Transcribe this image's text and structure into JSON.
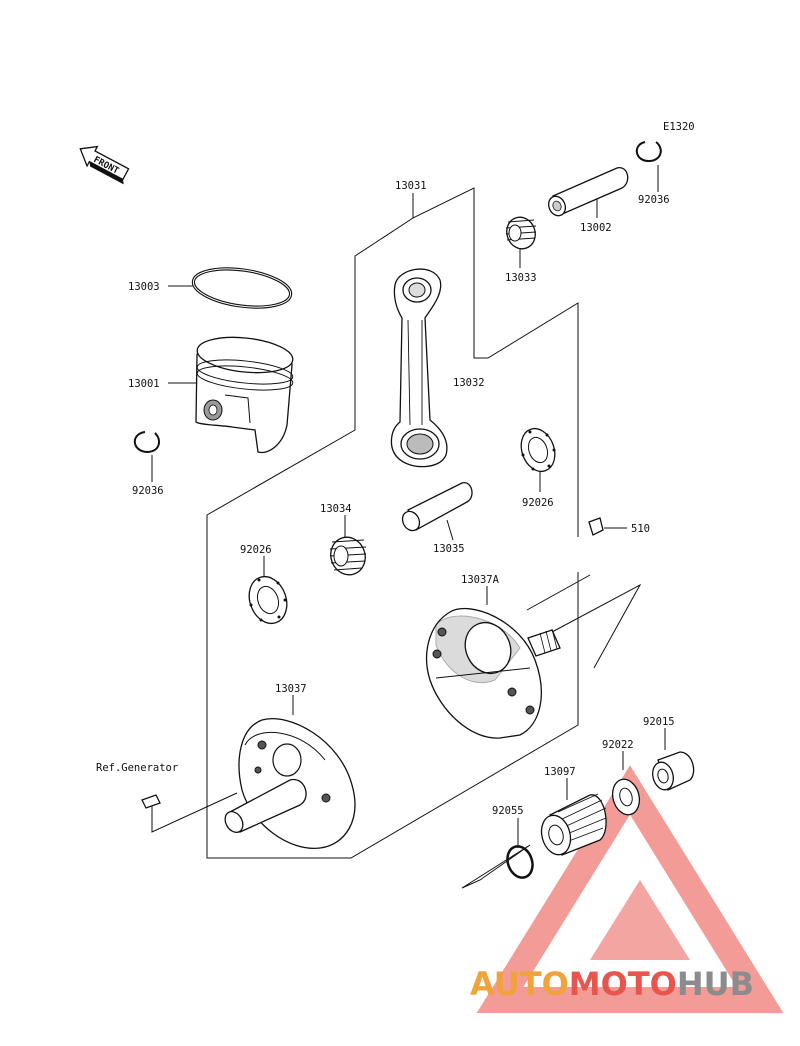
{
  "diagram_code": "E1320",
  "front_label": "FRONT",
  "ref_label": "Ref.Generator",
  "parts": {
    "p13031": "13031",
    "p13002": "13002",
    "p92036_top": "92036",
    "p13033": "13033",
    "p13003": "13003",
    "p13001": "13001",
    "p13032": "13032",
    "p92036_left": "92036",
    "p92026_right": "92026",
    "p13034": "13034",
    "p13035": "13035",
    "p510": "510",
    "p92026_left": "92026",
    "p13037A": "13037A",
    "p13037": "13037",
    "p92015": "92015",
    "p92022": "92022",
    "p13097": "13097",
    "p92055": "92055"
  },
  "watermark": {
    "part1": "AUTO",
    "part2": "MOTO",
    "part3": "HUB",
    "colors": {
      "orange": "#f2a23a",
      "red": "#e8554e",
      "gray": "#8c8c8c",
      "triangle": "#f08a85"
    }
  }
}
